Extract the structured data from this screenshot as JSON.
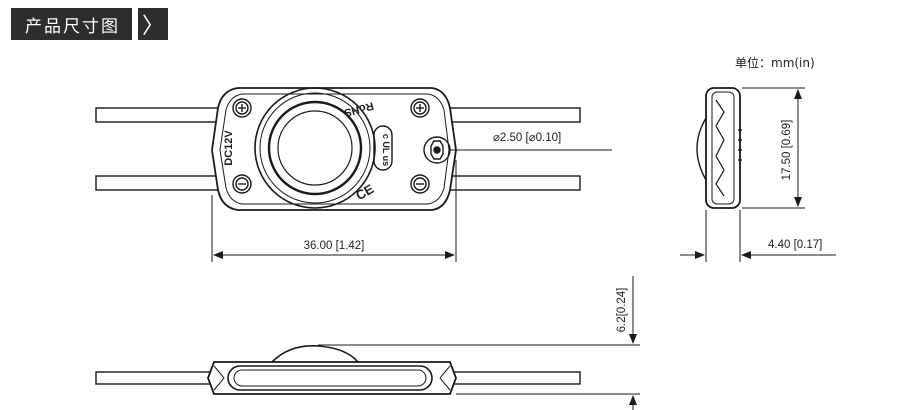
{
  "header": {
    "title": "产品尺寸图",
    "arrow_glyph": "〉"
  },
  "unit_label": "单位：mm(in)",
  "front_view": {
    "hole_label": "⌀2.50 [⌀0.10]",
    "width_label": "36.00 [1.42]",
    "voltage_mark": "DC12V",
    "rohs_mark": "RoHS",
    "ce_mark": "CE"
  },
  "side_view": {
    "height_label": "17.50 [0.69]",
    "thickness_label": "4.40 [0.17]"
  },
  "bottom_view": {
    "height_label": "6.2[0.24]"
  },
  "colors": {
    "header_bg": "#2d2d2d",
    "line": "#1a1a1a",
    "text": "#222222"
  }
}
